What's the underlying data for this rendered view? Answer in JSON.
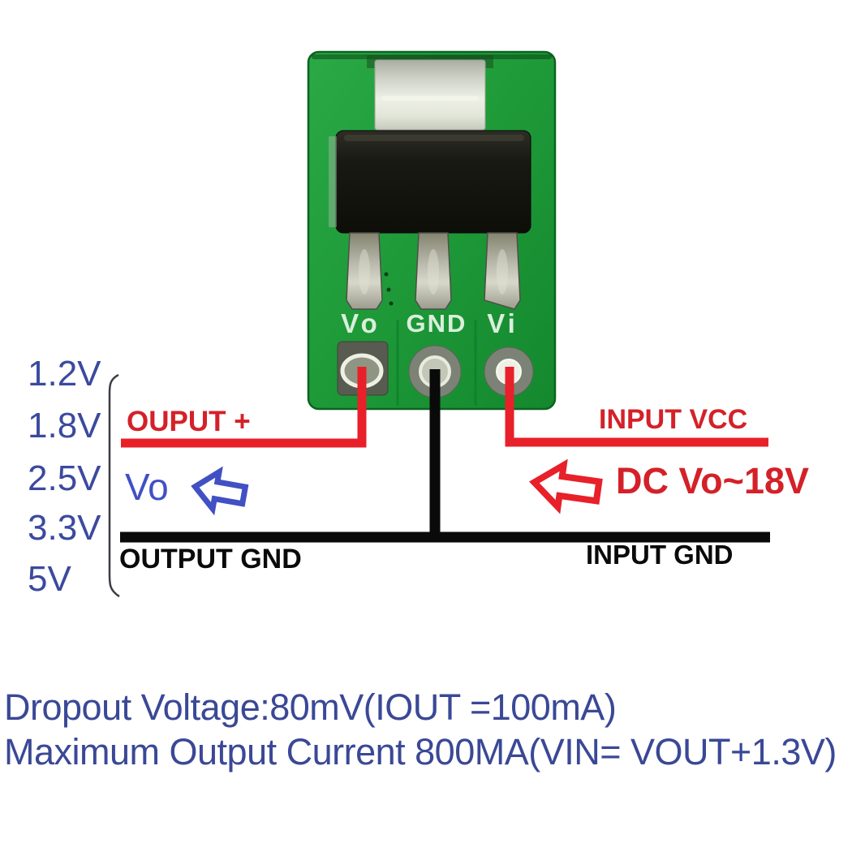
{
  "colors": {
    "background": "#ffffff",
    "wire_red": "#e8202a",
    "annotation_red": "#d42129",
    "wire_black": "#0a0a0a",
    "voltage_blue": "#3b4a9e",
    "vo_indigo": "#4150c4",
    "spec_blue": "#3a4896",
    "board_green": "#1f9b39",
    "silkscreen_white": "#d9efdc",
    "bracket_gray": "#3c3c44"
  },
  "board": {
    "pins": [
      {
        "label": "Vo"
      },
      {
        "label": "GND"
      },
      {
        "label": "Vi"
      }
    ]
  },
  "voltage_options": [
    "1.2V",
    "1.8V",
    "2.5V",
    "3.3V",
    "5V"
  ],
  "output_side": {
    "wire_label": "OUPUT +",
    "signal": "Vo",
    "gnd_label": "OUTPUT GND"
  },
  "input_side": {
    "wire_label": "INPUT VCC",
    "range": "DC Vo~18V",
    "gnd_label": "INPUT GND"
  },
  "specs": {
    "line1": "Dropout Voltage:80mV(IOUT =100mA)",
    "line2": "Maximum Output Current 800MA(VIN= VOUT+1.3V)"
  }
}
